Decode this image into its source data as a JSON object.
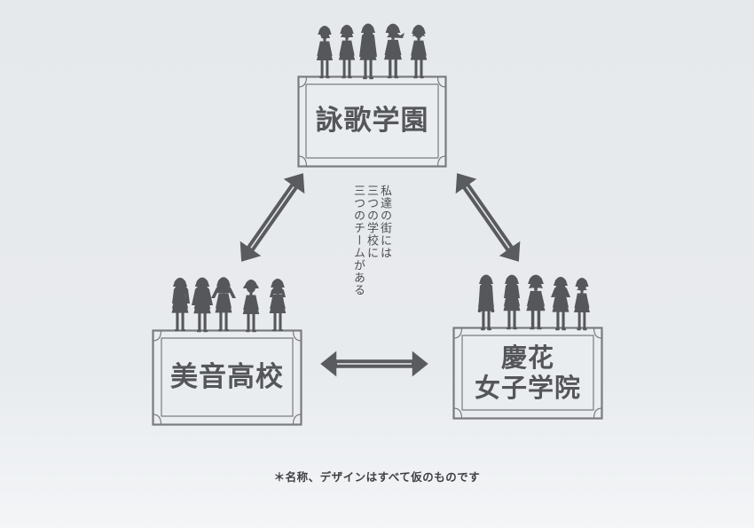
{
  "schools": {
    "top": {
      "name": "詠歌学園"
    },
    "left": {
      "name": "美音高校"
    },
    "right": {
      "name": "慶花\n女子学院"
    }
  },
  "center_text": {
    "lines": [
      "私達の街には",
      "三つの学校に",
      "三つのチームがある"
    ]
  },
  "footnote": "＊名称、デザインはすべて仮のものです",
  "colors": {
    "background": "#e7eaed",
    "frame": "#7a7b7e",
    "arrow": "#5a5b5e",
    "silhouette": "#56575a",
    "text": "#4e4f52"
  }
}
